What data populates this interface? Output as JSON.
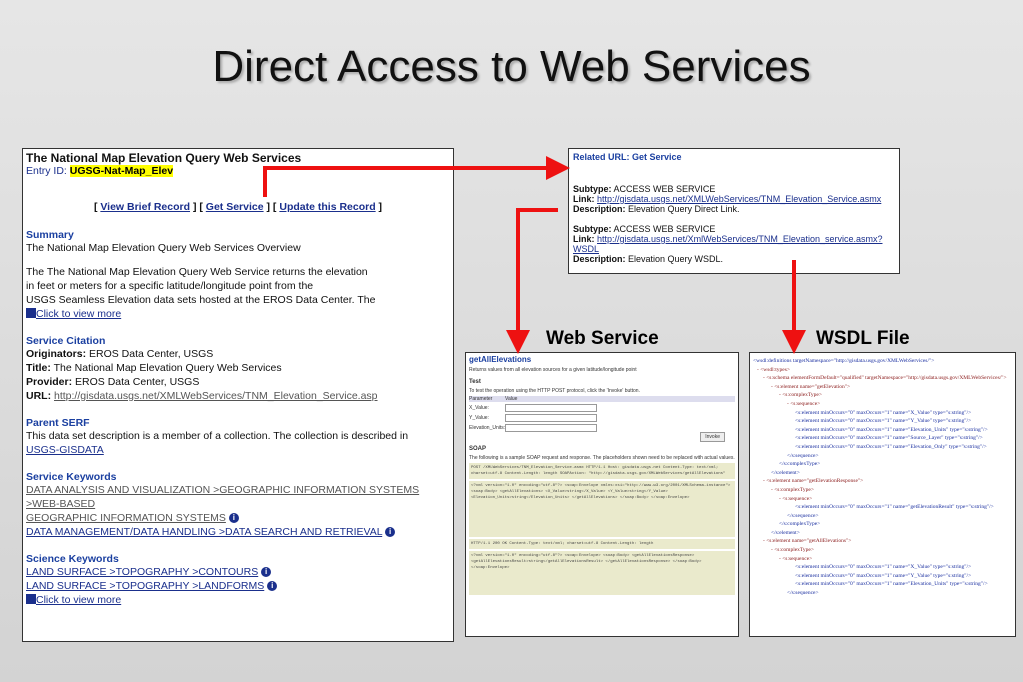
{
  "title": "Direct Access to Web Services",
  "left_panel": {
    "heading": "The National Map Elevation Query Web Services",
    "entry_label": "Entry ID: ",
    "entry_id": "UGSG-Nat-Map_Elev",
    "links": {
      "open": "[",
      "view_brief": "View Brief Record",
      "sep1": "] [",
      "get_service": "Get Service",
      "sep2": "] [",
      "update": "Update this Record",
      "close": "]"
    },
    "summary": {
      "heading": "Summary",
      "line1": "The National Map Elevation Query Web Services Overview",
      "p1": "The The National Map Elevation Query Web Service returns the elevation",
      "p2": "in feet or meters for a specific latitude/longitude point from the",
      "p3": "USGS Seamless Elevation data sets hosted at the EROS Data Center. The",
      "more": "Click to view more"
    },
    "citation": {
      "heading": "Service Citation",
      "orig_label": "Originators:",
      "orig": " EROS Data Center, USGS",
      "title_label": "Title:",
      "title": " The National Map Elevation Query Web Services",
      "prov_label": "Provider:",
      "prov": " EROS Data Center, USGS",
      "url_label": "URL:",
      "url": "http://gisdata.usgs.net/XMLWebServices/TNM_Elevation_Service.asp"
    },
    "parent": {
      "heading": "Parent SERF",
      "text": "This data set description is a member of a collection. The collection is described in",
      "link": "USGS-GISDATA"
    },
    "keywords": {
      "heading": "Service Keywords",
      "k1": "DATA ANALYSIS AND VISUALIZATION >GEOGRAPHIC INFORMATION SYSTEMS >WEB-BASED",
      "k1b": "GEOGRAPHIC INFORMATION SYSTEMS",
      "k2": "DATA MANAGEMENT/DATA HANDLING >DATA SEARCH AND RETRIEVAL"
    },
    "science": {
      "heading": "Science Keywords",
      "s1": "LAND SURFACE >TOPOGRAPHY >CONTOURS",
      "s2": "LAND SURFACE >TOPOGRAPHY >LANDFORMS",
      "more": "Click to view more"
    }
  },
  "related": {
    "heading": "Related URL: Get Service",
    "subtype_label": "Subtype:",
    "subtype": " ACCESS WEB SERVICE",
    "link_label": "Link:",
    "link1": "http://gisdata.usgs.net/XMLWebServices/TNM_Elevation_Service.asmx",
    "desc_label": "Description:",
    "desc1": " Elevation Query Direct Link.",
    "subtype2": " ACCESS WEB SERVICE",
    "link2": "http://gisdata.usgs.net/XmlWebServices/TNM_Elevation_service.asmx?WSDL",
    "desc2": " Elevation Query WSDL."
  },
  "labels": {
    "web_service": "Web Service",
    "wsdl": "WSDL File"
  },
  "web_service": {
    "heading": "getAllElevations",
    "desc": "Returns values from all elevation sources for a given latitude/longitude point",
    "test": "Test",
    "test_desc": "To test the operation using the HTTP POST protocol, click the 'Invoke' button.",
    "param_h": "Parameter",
    "value_h": "Value",
    "p1": "X_Value:",
    "p2": "Y_Value:",
    "p3": "Elevation_Units:",
    "invoke": "Invoke",
    "soap": "SOAP",
    "soap_desc": "The following is a sample SOAP request and response. The placeholders shown need to be replaced with actual values.",
    "code1": "POST /XMLWebServices/TNM_Elevation_Service.asmx HTTP/1.1 Host: gisdata.usgs.net Content-Type: text/xml; charset=utf-8 Content-Length: length SOAPAction: \"http://gisdata.usgs.gov/XMLWebServices/getAllElevations\"",
    "code2": "<?xml version=\"1.0\" encoding=\"utf-8\"?> <soap:Envelope xmlns:xsi=\"http://www.w3.org/2001/XMLSchema-instance\"> <soap:Body> <getAllElevations> <X_Value>string</X_Value> <Y_Value>string</Y_Value> <Elevation_Units>string</Elevation_Units> </getAllElevations> </soap:Body> </soap:Envelope>",
    "code3": "HTTP/1.1 200 OK Content-Type: text/xml; charset=utf-8 Content-Length: length",
    "code4": "<?xml version=\"1.0\" encoding=\"utf-8\"?> <soap:Envelope> <soap:Body> <getAllElevationsResponse> <getAllElevationsResult>string</getAllElevationsResult> </getAllElevationsResponse> </soap:Body> </soap:Envelope>"
  },
  "wsdl": {
    "lines": [
      "<wsdl:definitions targetNamespace=\"http://gisdata.usgs.gov/XMLWebServices/\">",
      "- <wsdl:types>",
      "- <s:schema elementFormDefault=\"qualified\" targetNamespace=\"http://gisdata.usgs.gov/XMLWebServices/\">",
      "- <s:element name=\"getElevation\">",
      "- <s:complexType>",
      "- <s:sequence>",
      "<s:element minOccurs=\"0\" maxOccurs=\"1\" name=\"X_Value\" type=\"s:string\"/>",
      "<s:element minOccurs=\"0\" maxOccurs=\"1\" name=\"Y_Value\" type=\"s:string\"/>",
      "<s:element minOccurs=\"0\" maxOccurs=\"1\" name=\"Elevation_Units\" type=\"s:string\"/>",
      "<s:element minOccurs=\"0\" maxOccurs=\"1\" name=\"Source_Layer\" type=\"s:string\"/>",
      "<s:element minOccurs=\"0\" maxOccurs=\"1\" name=\"Elevation_Only\" type=\"s:string\"/>",
      "</s:sequence>",
      "</s:complexType>",
      "</s:element>",
      "- <s:element name=\"getElevationResponse\">",
      "- <s:complexType>",
      "- <s:sequence>",
      "<s:element minOccurs=\"0\" maxOccurs=\"1\" name=\"getElevationResult\" type=\"s:string\"/>",
      "</s:sequence>",
      "</s:complexType>",
      "</s:element>",
      "- <s:element name=\"getAllElevations\">",
      "- <s:complexType>",
      "- <s:sequence>",
      "<s:element minOccurs=\"0\" maxOccurs=\"1\" name=\"X_Value\" type=\"s:string\"/>",
      "<s:element minOccurs=\"0\" maxOccurs=\"1\" name=\"Y_Value\" type=\"s:string\"/>",
      "<s:element minOccurs=\"0\" maxOccurs=\"1\" name=\"Elevation_Units\" type=\"s:string\"/>",
      "</s:sequence>"
    ]
  },
  "colors": {
    "arrow": "#ee1111",
    "link": "#1a2f8c"
  }
}
